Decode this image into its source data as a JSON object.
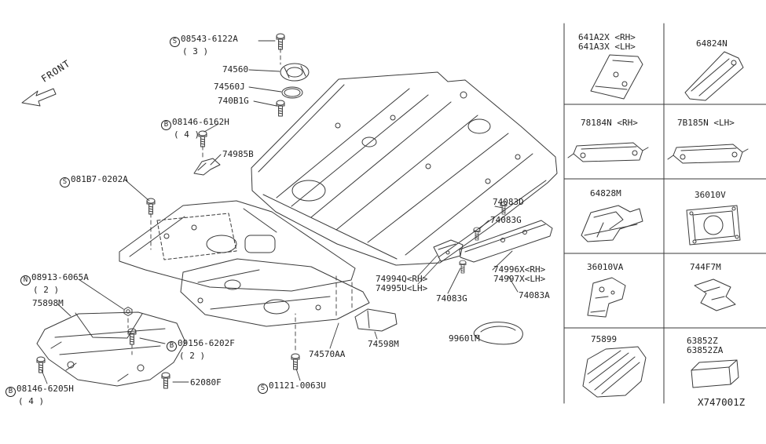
{
  "diagram": {
    "front_label": "FRONT",
    "drawing_id": "X747001Z"
  },
  "colors": {
    "line": "#3a3a3a",
    "text": "#1f1f1f",
    "background": "#ffffff"
  },
  "callouts": {
    "bolt_08543": {
      "prefix": "S",
      "part": "08543-6122A",
      "qty": "( 3 )"
    },
    "grommet_74560": {
      "part": "74560"
    },
    "seal_74560j": {
      "part": "74560J"
    },
    "plug_740b1g": {
      "part": "740B1G"
    },
    "bolt_08146_6162h": {
      "prefix": "B",
      "part": "08146-6162H",
      "qty": "( 4 )"
    },
    "bracket_74985b": {
      "part": "74985B"
    },
    "screw_081b7": {
      "prefix": "S",
      "part": "081B7-0202A"
    },
    "bolt_74083d": {
      "part": "74083D"
    },
    "bolt_74083g_upper": {
      "part": "74083G"
    },
    "nut_08913": {
      "prefix": "N",
      "part": "08913-6065A",
      "qty": "( 2 )"
    },
    "cover_75898m": {
      "part": "75898M"
    },
    "member_74994q": {
      "part": "74994Q<RH>",
      "part2": "74995U<LH>"
    },
    "member_74996x": {
      "part": "74996X<RH>",
      "part2": "74997X<LH>"
    },
    "bolt_74083g_lower": {
      "part": "74083G"
    },
    "bolt_74083a": {
      "part": "74083A"
    },
    "bolt_09156": {
      "prefix": "B",
      "part": "09156-6202F",
      "qty": "( 2 )"
    },
    "bolt_08146_6205h": {
      "prefix": "B",
      "part": "08146-6205H",
      "qty": "( 4 )"
    },
    "bolt_62080f": {
      "part": "62080F"
    },
    "bolt_01121": {
      "prefix": "S",
      "part": "01121-0063U"
    },
    "ext_74570aa": {
      "part": "74570AA"
    },
    "bracket_74598m": {
      "part": "74598M"
    },
    "tool_9960lm": {
      "part": "9960lM"
    }
  },
  "grid": {
    "cells": [
      {
        "line1": "641A2X <RH>",
        "line2": "641A3X <LH>"
      },
      {
        "line1": "64824N"
      },
      {
        "line1": "78184N <RH>"
      },
      {
        "line1": "7B185N <LH>"
      },
      {
        "line1": "64828M"
      },
      {
        "line1": "36010V"
      },
      {
        "line1": "36010VA"
      },
      {
        "line1": "744F7M"
      },
      {
        "line1": "75899"
      },
      {
        "line1": "63852Z",
        "line2": "63852ZA"
      }
    ]
  }
}
